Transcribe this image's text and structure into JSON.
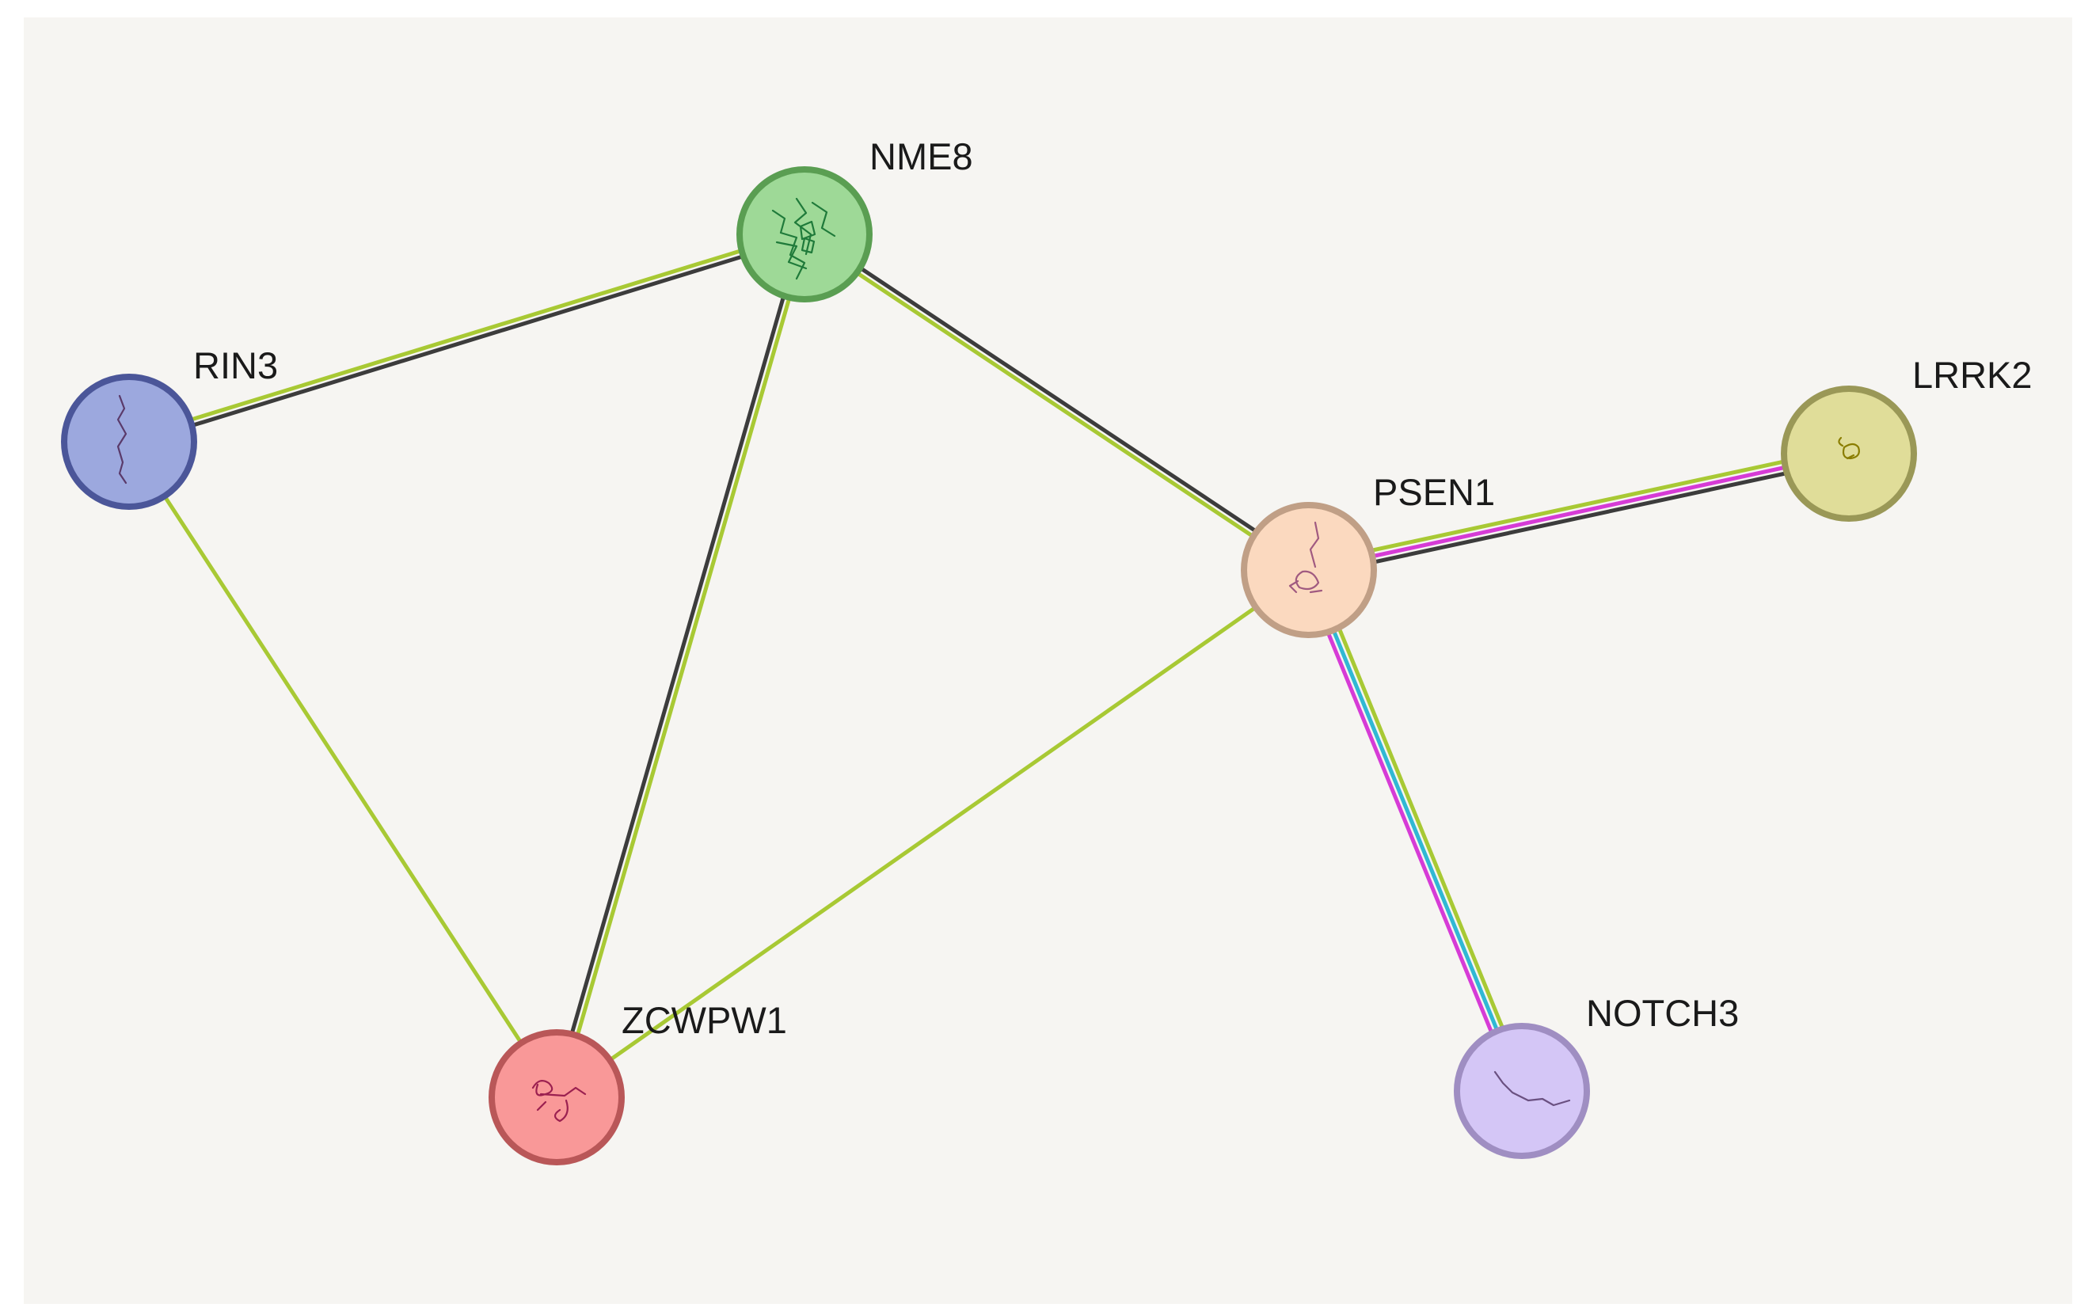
{
  "network": {
    "background_color": "#f6f5f2",
    "nodes": [
      {
        "id": "NME8",
        "label": "NME8",
        "fill": "#9ed997",
        "ring": "#5a9e52"
      },
      {
        "id": "RIN3",
        "label": "RIN3",
        "fill": "#9ca8de",
        "ring": "#4b5699"
      },
      {
        "id": "PSEN1",
        "label": "PSEN1",
        "fill": "#fbd9bf",
        "ring": "#c09f86"
      },
      {
        "id": "LRRK2",
        "label": "LRRK2",
        "fill": "#e0dd99",
        "ring": "#9a9857"
      },
      {
        "id": "ZCWPW1",
        "label": "ZCWPW1",
        "fill": "#f99898",
        "ring": "#b95758"
      },
      {
        "id": "NOTCH3",
        "label": "NOTCH3",
        "fill": "#d4c6f6",
        "ring": "#9f8ec2"
      }
    ],
    "edges": [
      {
        "source": "RIN3",
        "target": "NME8",
        "colors": [
          "#a8c934",
          "#3c3c3c"
        ]
      },
      {
        "source": "NME8",
        "target": "ZCWPW1",
        "colors": [
          "#a8c934",
          "#3c3c3c"
        ]
      },
      {
        "source": "NME8",
        "target": "PSEN1",
        "colors": [
          "#3c3c3c",
          "#a8c934"
        ]
      },
      {
        "source": "RIN3",
        "target": "ZCWPW1",
        "colors": [
          "#a8c934"
        ]
      },
      {
        "source": "PSEN1",
        "target": "ZCWPW1",
        "colors": [
          "#a8c934"
        ]
      },
      {
        "source": "PSEN1",
        "target": "LRRK2",
        "colors": [
          "#a8c934",
          "#d63bd6",
          "#3c3c3c"
        ]
      },
      {
        "source": "PSEN1",
        "target": "NOTCH3",
        "colors": [
          "#a8c934",
          "#30b8d4",
          "#d63bd6"
        ]
      }
    ]
  }
}
